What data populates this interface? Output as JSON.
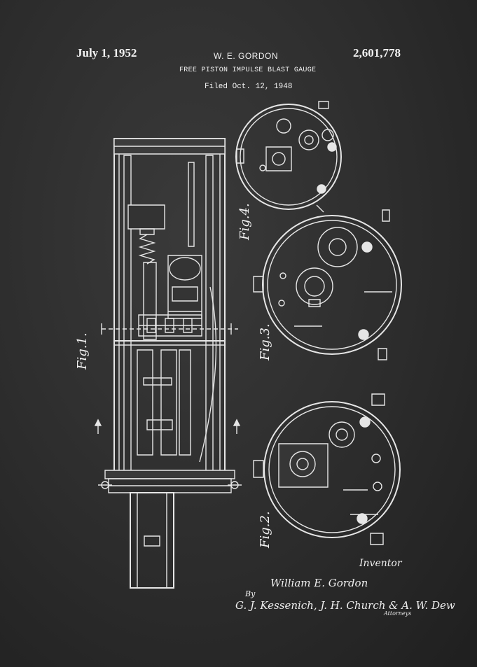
{
  "header": {
    "date": "July 1, 1952",
    "inventor": "W. E. GORDON",
    "patent_number": "2,601,778",
    "title": "FREE PISTON IMPULSE BLAST GAUGE",
    "filed": "Filed Oct. 12, 1948"
  },
  "figures": {
    "fig1": "Fig.1.",
    "fig2": "Fig.2.",
    "fig3": "Fig.3.",
    "fig4": "Fig.4."
  },
  "footer": {
    "inventor_label": "Inventor",
    "inventor_signature": "William E. Gordon",
    "by": "By",
    "attorneys_signature": "G. J. Kessenich, J. H. Church & A. W. Dew",
    "attorneys_label": "Attorneys"
  },
  "colors": {
    "background": "#2b2b2b",
    "line": "#e8e8e8"
  }
}
